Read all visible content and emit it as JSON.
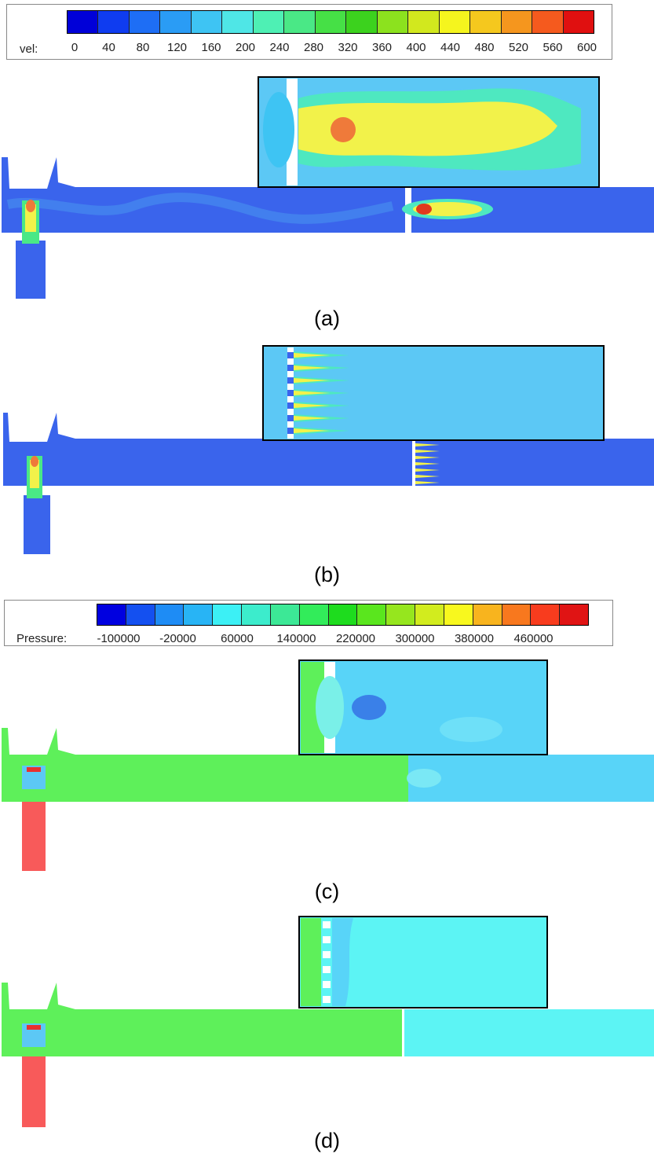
{
  "velocity_legend": {
    "title": "vel:",
    "ticks": [
      "0",
      "40",
      "80",
      "120",
      "160",
      "200",
      "240",
      "280",
      "320",
      "360",
      "400",
      "440",
      "480",
      "520",
      "560",
      "600"
    ],
    "colors": [
      "#0000d8",
      "#0f3cf0",
      "#1e6ef5",
      "#2a9cf5",
      "#3ec4f3",
      "#4fe6e6",
      "#4ef0b4",
      "#4ae886",
      "#46e046",
      "#3cd21e",
      "#8ce21e",
      "#d2e81e",
      "#f5f51e",
      "#f5c81e",
      "#f5961e",
      "#f55a1e",
      "#e01010"
    ]
  },
  "pressure_legend": {
    "title": "Pressure:",
    "ticks": [
      "-100000",
      "-20000",
      "60000",
      "140000",
      "220000",
      "300000",
      "380000",
      "460000"
    ],
    "colors": [
      "#0000e0",
      "#1450f0",
      "#1e8cf5",
      "#28b4f5",
      "#3cf0f5",
      "#3ceccc",
      "#3ce896",
      "#32ec5a",
      "#1edc1e",
      "#5ae61e",
      "#96e61e",
      "#d2ec1e",
      "#f8f81e",
      "#f8b41e",
      "#f8781e",
      "#f83c1e",
      "#e01414"
    ]
  },
  "panels": [
    {
      "caption": "(a)",
      "field": "velocity",
      "orifice": "single"
    },
    {
      "caption": "(b)",
      "field": "velocity",
      "orifice": "multi"
    },
    {
      "caption": "(c)",
      "field": "pressure",
      "orifice": "single"
    },
    {
      "caption": "(d)",
      "field": "pressure",
      "orifice": "multi"
    }
  ],
  "colors": {
    "vel_background": "#3a64ec",
    "vel_inset_background": "#5cc8f5",
    "vel_jet": "#f2f24a",
    "vel_jet_core": "#ef7a3a",
    "pres_upstream": "#5ef05a",
    "pres_downstream": "#5cf4f4",
    "pres_inset_down": "#58d4f8",
    "pres_high": "#f85a5a"
  }
}
